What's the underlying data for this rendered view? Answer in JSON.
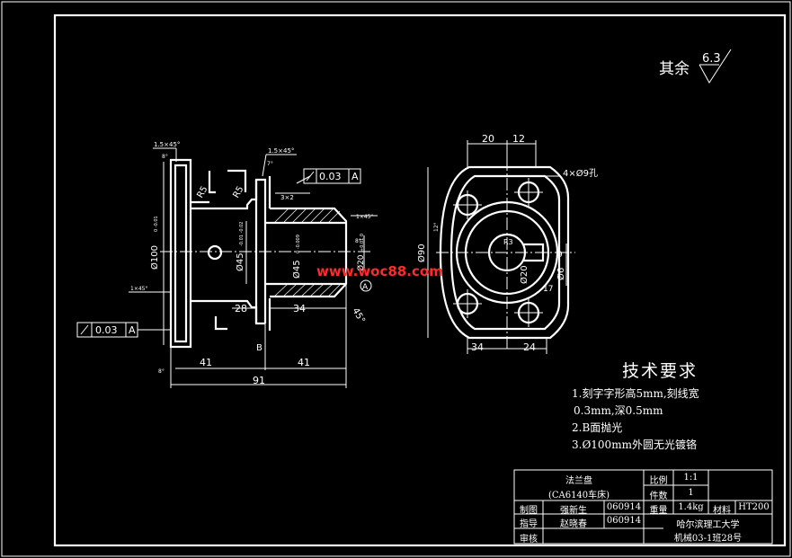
{
  "surface_note": {
    "label": "其余",
    "value": "6.3"
  },
  "left_view": {
    "chamfer_top_left": "1.5×45°",
    "chamfer_top_right": "1.5×45°",
    "chamfer_right": "1×45°",
    "chamfer_left": "1×45°",
    "radius_a": "R5",
    "radius_b": "R5",
    "groove": "3×2",
    "angle_a": "8°",
    "angle_b": "7°",
    "angle_c": "8°",
    "angle_d": "8°",
    "dia_100": "Ø100",
    "dia_100_tol": "0  -0.01",
    "dia_45a": "Ø45",
    "dia_45a_tol": "-0.01 -0.02",
    "dia_45b": "Ø45",
    "dia_45b_tol": "0  -0.009",
    "dia_20": "Ø20",
    "dia_20_tol": "+0.01 0",
    "dim_28": "28",
    "dim_34": "34",
    "dim_41a": "41",
    "dim_41b": "41",
    "dim_91": "91",
    "dim_45deg": "45°",
    "section_b": "B",
    "datum_a": "A",
    "tol_top": {
      "value": "0.03",
      "datum": "A"
    },
    "tol_left": {
      "value": "0.03",
      "datum": "A"
    }
  },
  "right_view": {
    "dim_20": "20",
    "dim_12": "12",
    "dim_34": "34",
    "dim_24": "24",
    "holes": "4×Ø9孔",
    "dia_90": "Ø90",
    "dia_6": "Ø6",
    "dia_20": "Ø20",
    "dim_r": "R3",
    "dim_17": "17",
    "angle": "12°",
    "dim_9": "9"
  },
  "watermark": "www.woc88.com",
  "tech_requirements": {
    "title": "技术要求",
    "items": [
      "1.刻字字形高5mm,刻线宽",
      "0.3mm,深0.5mm",
      "2.B面抛光",
      "3.Ø100mm外圆无光镀铬"
    ]
  },
  "title_block": {
    "part_name": "法兰盘",
    "machine": "(CA6140车床)",
    "scale_label": "比例",
    "scale_value": "1:1",
    "count_label": "件数",
    "count_value": "1",
    "drawn_label": "制图",
    "drawn_name": "强新生",
    "drawn_date": "060914",
    "weight_label": "重量",
    "weight_value": "1.4kg",
    "material_label": "材料",
    "material_value": "HT200",
    "guide_label": "指导",
    "guide_name": "赵晓春",
    "guide_date": "060914",
    "school": "哈尔滨理工大学",
    "class": "机械03-1班28号",
    "review_label": "审核"
  }
}
